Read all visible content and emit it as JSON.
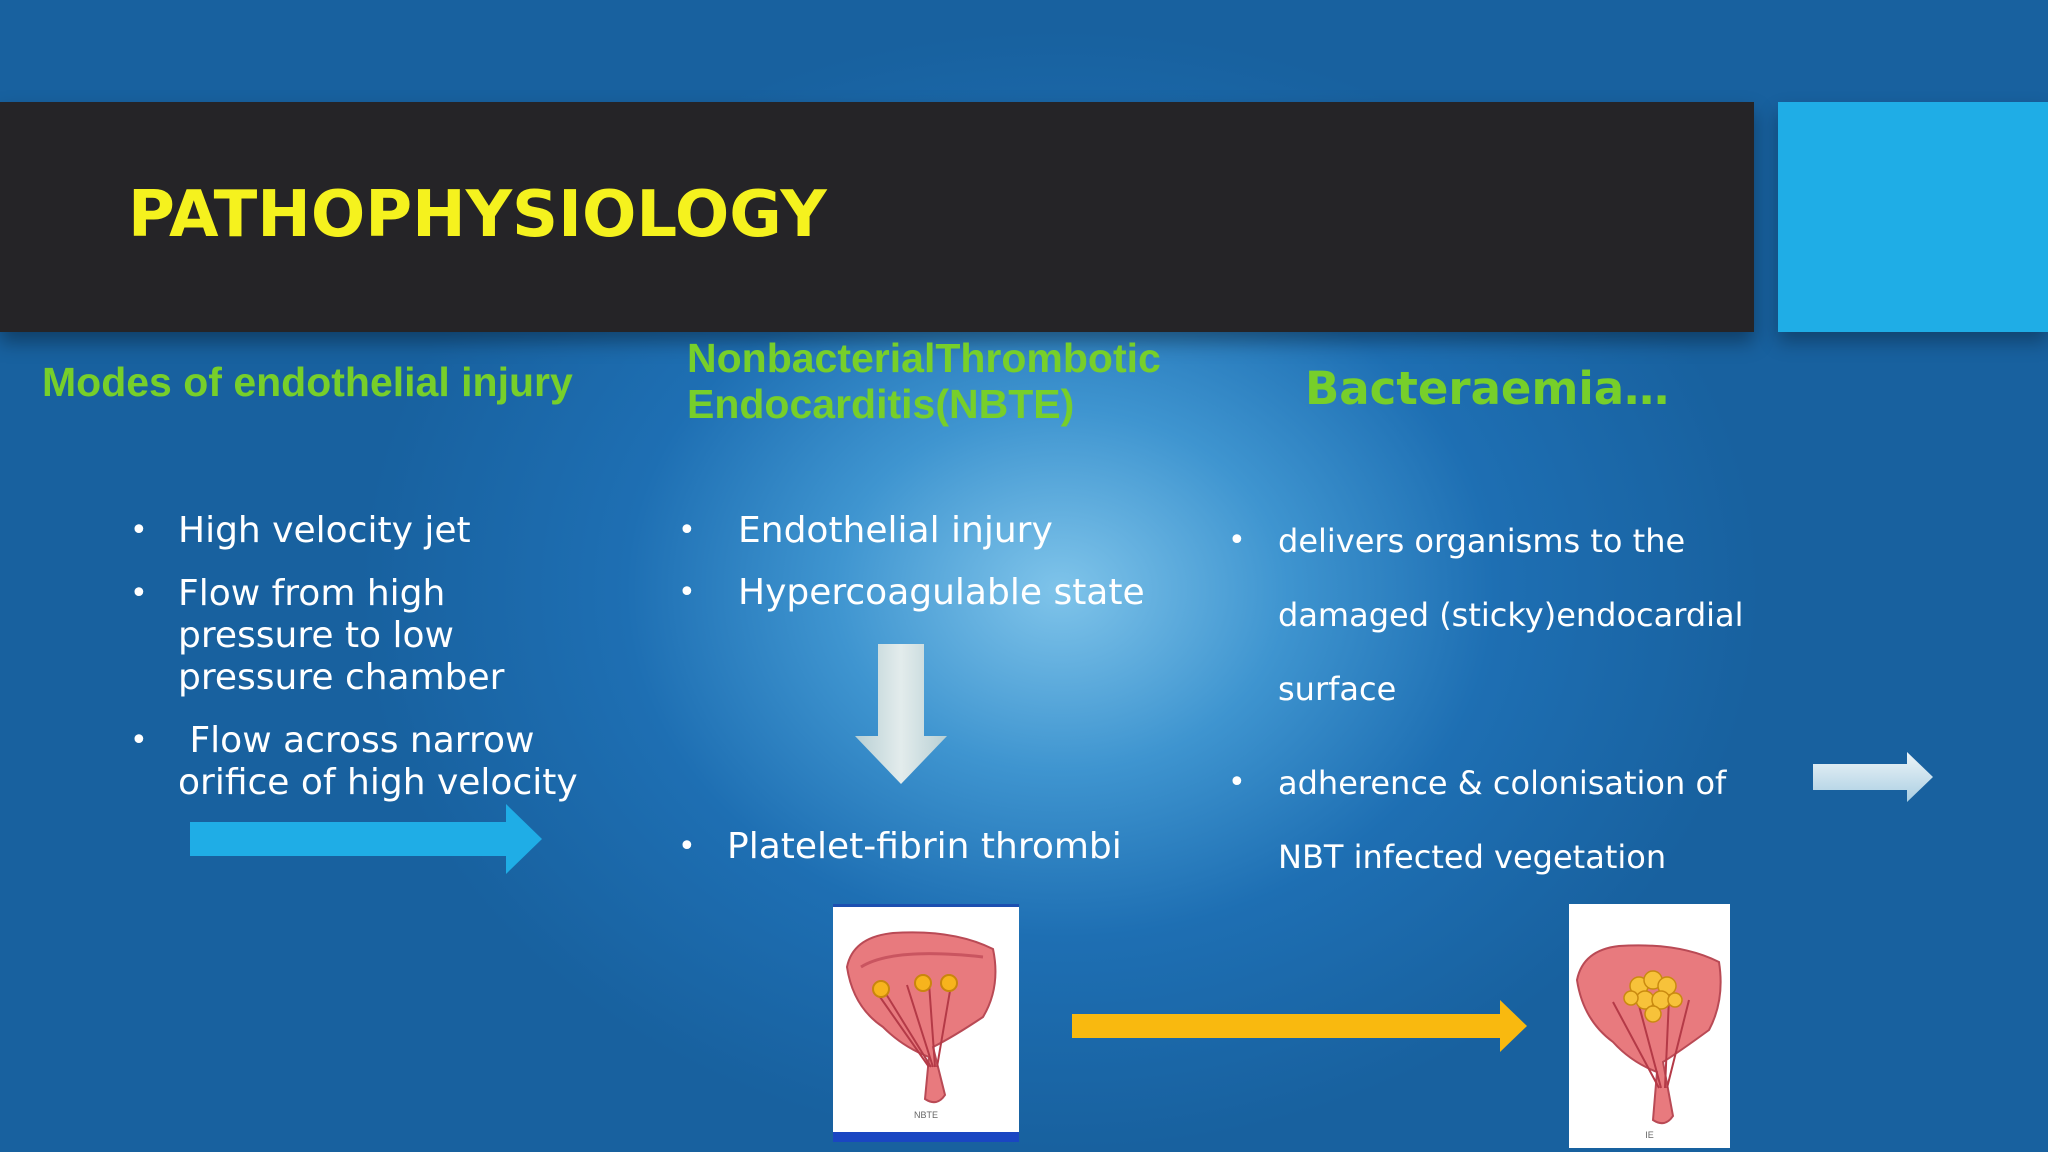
{
  "slide": {
    "title": "PATHOPHYSIOLOGY",
    "columns": [
      {
        "heading": "Modes of endothelial injury",
        "bullets": [
          "High velocity jet",
          "Flow from high pressure to low pressure chamber",
          " Flow across narrow orifice of high velocity"
        ]
      },
      {
        "heading": "NonbacterialThrombotic Endocarditis(NBTE)",
        "bullets": [
          "Endothelial injury",
          "Hypercoagulable state"
        ],
        "result": "Platelet-fibrin thrombi"
      },
      {
        "heading": "Bacteraemia…",
        "bullets": [
          "delivers organisms to the damaged (sticky)endocardial surface",
          "adherence & colonisation of NBT infected vegetation"
        ]
      }
    ],
    "images": [
      {
        "caption": "NBTE"
      },
      {
        "caption": "IE"
      }
    ],
    "colors": {
      "background": "#1e6fb3",
      "title_bar": "#252427",
      "title_text": "#f5f21e",
      "heading_text": "#77cf2a",
      "accent_square": "#1fade6",
      "arrow_blue": "#1fade6",
      "arrow_orange": "#f9b90f",
      "arrow_light": "#cfe2ea"
    },
    "icons": [
      "right-arrow-icon",
      "down-arrow-icon"
    ]
  }
}
